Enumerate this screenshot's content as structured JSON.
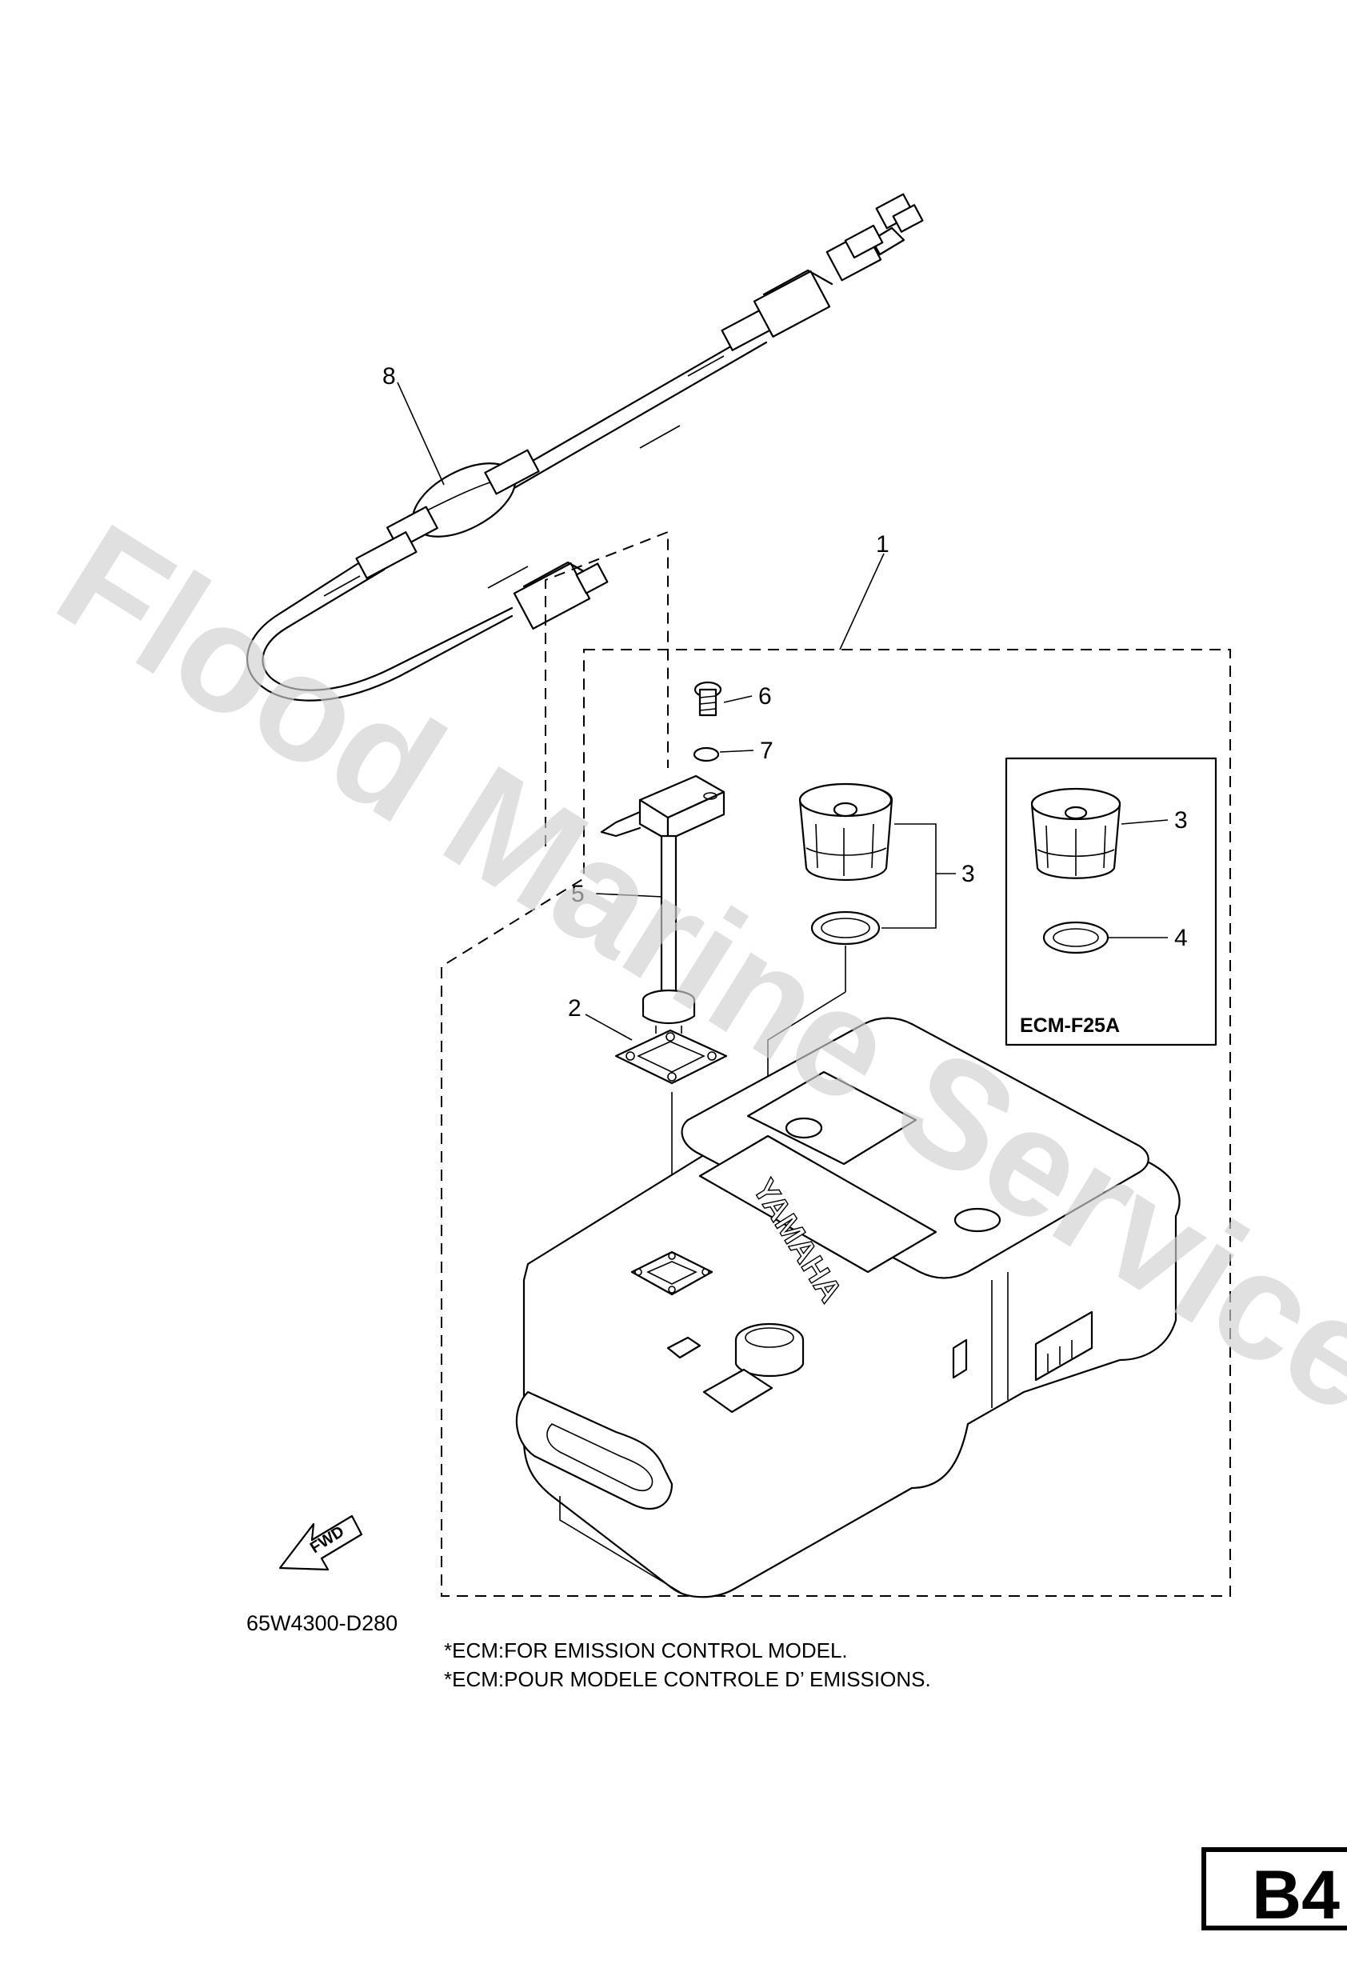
{
  "watermark": "Flood Marine Services",
  "callouts": {
    "c1": "1",
    "c2": "2",
    "c3a": "3",
    "c3b": "3",
    "c4": "4",
    "c5": "5",
    "c6": "6",
    "c7": "7",
    "c8": "8"
  },
  "inset_label": "ECM-F25A",
  "fwd_label": "FWD",
  "tank_brand": "YAMAHA",
  "diagram_code": "65W4300-D280",
  "notes": [
    "*ECM:FOR EMISSION CONTROL MODEL.",
    "*ECM:POUR MODELE CONTROLE D’ EMISSIONS."
  ],
  "page_id": "B4"
}
